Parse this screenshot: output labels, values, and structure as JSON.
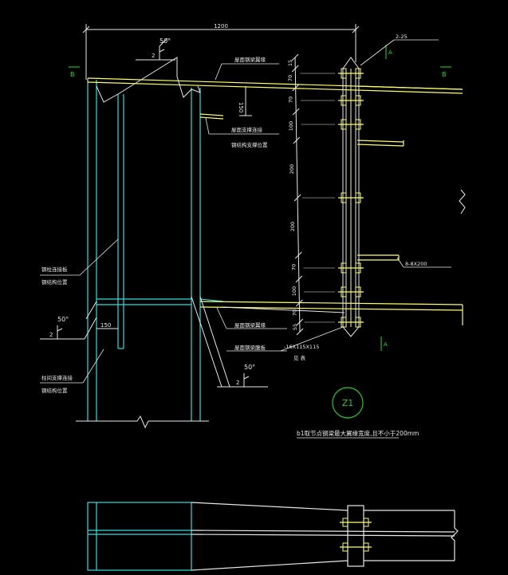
{
  "colors": {
    "background": "#000000",
    "yellow": "#ffff66",
    "cyan": "#33dddd",
    "white": "#e8e8e8",
    "green": "#22dd22",
    "magenta": "#ee33ee",
    "callout_green": "#22cc22"
  },
  "dims": {
    "top_total": "1200",
    "weld_angle_top": "50°",
    "weld_size_top": "2",
    "weld_angle_mid": "50°",
    "weld_size_mid": "2",
    "weld_angle_bot": "50°",
    "weld_size_bot": "2",
    "offset_150_upper": "150",
    "offset_150_lower": "150",
    "bolt_label": "2-25",
    "plate_label": "8-8X200",
    "endplate_label": "-16X115X115",
    "endplate_sub": "见 表",
    "vertical_spacings": [
      "15",
      "70",
      "70",
      "100",
      "200",
      "200",
      "70",
      "100",
      "70",
      "55"
    ]
  },
  "section_marks": {
    "left_B": "B",
    "right_B": "B",
    "top_A": "A",
    "bottom_A": "A"
  },
  "labels": {
    "label_top_beam": "屋面钢梁翼缘",
    "label_flange_brace_1": "屋面支撑连接",
    "label_flange_brace_2": "钢结构支撑位置",
    "label_left_col_1": "钢柱连接板",
    "label_left_col_2": "钢结构位置",
    "label_left_low_1": "柱间支撑连接",
    "label_left_low_2": "钢结构位置",
    "label_bottom_beam": "屋面钢梁翼缘",
    "label_bottom_beam_2": "屋面钢梁腹板"
  },
  "callout": {
    "id": "Z1",
    "note": "b1取节点钢梁最大翼缘宽度,且不小于200mm"
  }
}
